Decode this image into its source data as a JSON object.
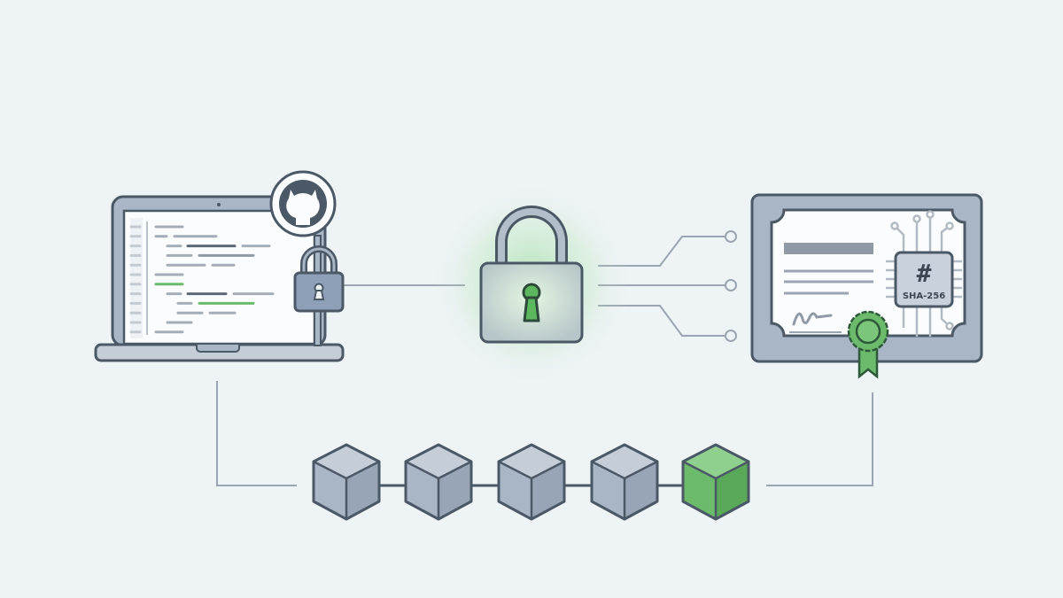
{
  "certificate": {
    "hash_symbol": "#",
    "algorithm_label": "SHA-256"
  },
  "blockchain": {
    "blocks": [
      {
        "state": "pending"
      },
      {
        "state": "pending"
      },
      {
        "state": "pending"
      },
      {
        "state": "pending"
      },
      {
        "state": "verified"
      }
    ]
  },
  "colors": {
    "background": "#eef3f6",
    "outline": "#4b5866",
    "fill": "#a9b6c6",
    "accent_green": "#6cbb6c",
    "line": "#9aa5b1"
  },
  "icons": [
    "laptop-icon",
    "github-icon",
    "padlock-icon",
    "certificate-icon",
    "chip-icon",
    "ribbon-seal-icon",
    "block-icon"
  ]
}
